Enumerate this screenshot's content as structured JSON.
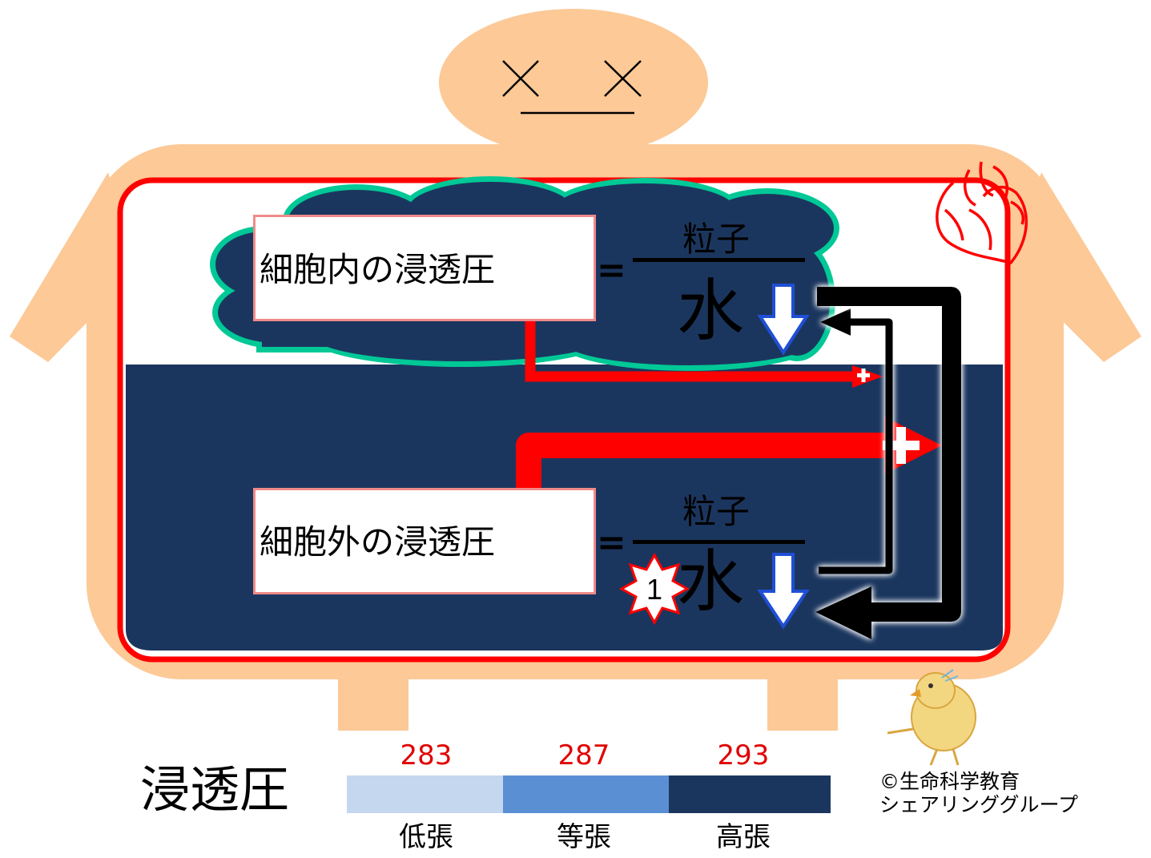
{
  "inner_box": {
    "label": "細胞内の浸透圧",
    "equals": "=",
    "numerator": "粒子",
    "denominator": "水"
  },
  "outer_box": {
    "label": "細胞外の浸透圧",
    "equals": "=",
    "numerator": "粒子",
    "denominator": "水",
    "badge": "1"
  },
  "scale": {
    "title": "浸透圧",
    "segments": [
      {
        "value": "283",
        "label": "低張",
        "color": "#c5d7ef"
      },
      {
        "value": "287",
        "label": "等張",
        "color": "#5a8fd4"
      },
      {
        "value": "293",
        "label": "高張",
        "color": "#1b365e"
      }
    ]
  },
  "copyright": {
    "line1": "©生命科学教育",
    "line2": "シェアリンググループ"
  },
  "colors": {
    "skin": "#fcc997",
    "fluid": "#1b365e",
    "cell_border": "#00c896",
    "membrane": "#ff0000",
    "up_arrow": "#ff0000",
    "down_arrow": "#1f4fd6",
    "flow_arrow": "#000000"
  }
}
